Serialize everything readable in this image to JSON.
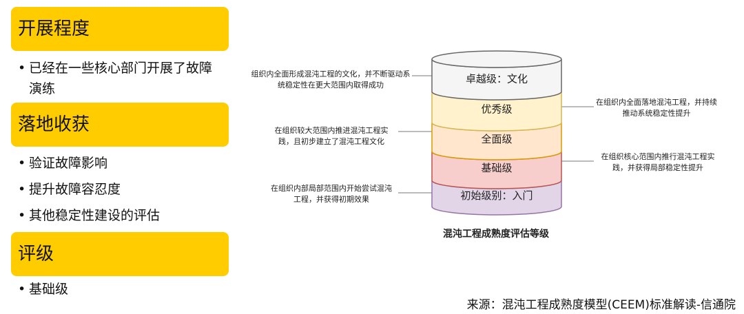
{
  "left": {
    "sections": [
      {
        "title": "开展程度",
        "bullets": [
          "已经在一些核心部门开展了故障演练"
        ]
      },
      {
        "title": "落地收获",
        "bullets": [
          "验证故障影响",
          "提升故障容忍度",
          "其他稳定性建设的评估"
        ]
      },
      {
        "title": "评级",
        "bullets": [
          "基础级"
        ]
      }
    ]
  },
  "diagram": {
    "levels": [
      {
        "label": "卓越级：文化",
        "color": "#f5f5f5",
        "stroke": "#666666"
      },
      {
        "label": "优秀级",
        "color": "#fff2cc",
        "stroke": "#d6b656"
      },
      {
        "label": "全面级",
        "color": "#ffe6cc",
        "stroke": "#d79b00"
      },
      {
        "label": "基础级",
        "color": "#f8cecc",
        "stroke": "#b85450"
      },
      {
        "label": "初始级别：入门",
        "color": "#e1d5e7",
        "stroke": "#9673a6"
      }
    ],
    "notes_left": [
      "组织内全面形成混沌工程的文化，并不断驱动系统稳定性在更大范围内取得成功",
      "在组织较大范围内推进混沌工程实践，且初步建立了混沌工程文化",
      "在组织内部局部范围内开始尝试混沌工程，并获得初期效果"
    ],
    "notes_right": [
      "在组织内全面落地混沌工程，并持续推动系统稳定性提升",
      "在组织核心范围内推行混沌工程实践，并获得局部稳定性提升"
    ],
    "caption": "混沌工程成熟度评估等级"
  },
  "source": "来源：混沌工程成熟度模型(CEEM)标准解读-信通院"
}
